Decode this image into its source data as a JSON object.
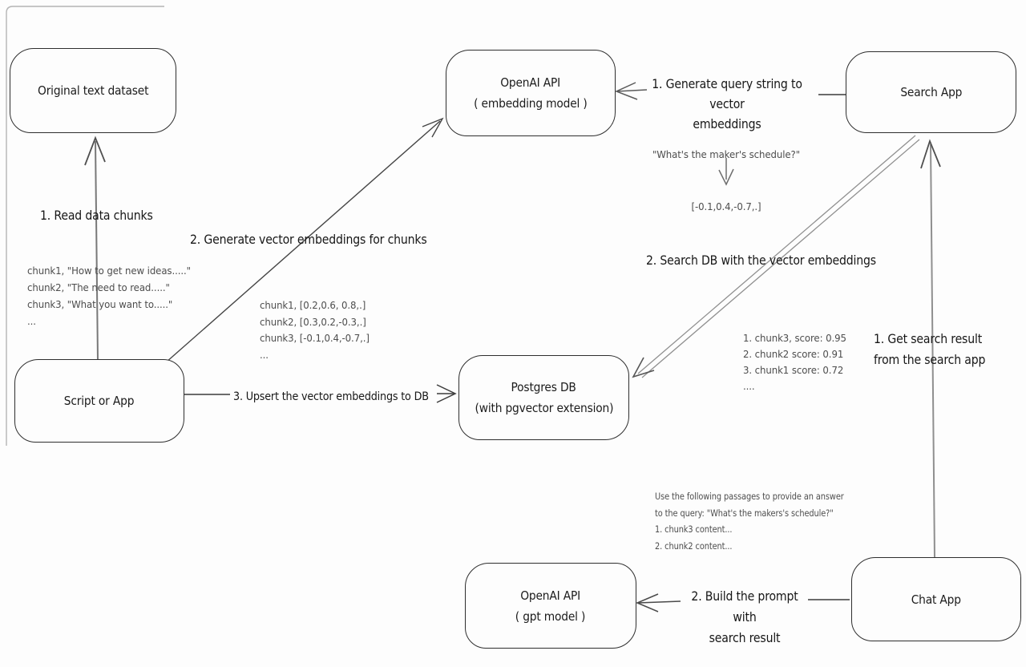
{
  "colors": {
    "background": "#fdfdfd",
    "ink": "#2e2e2e",
    "step_text": "#171717",
    "annotation_text": "#4d4d4d",
    "arrow_gray": "#8f8f8f",
    "arrow_dark": "#3b3b3b"
  },
  "diagram": {
    "nodes": {
      "original_dataset": {
        "title": "Original text dataset"
      },
      "openai_embedding": {
        "title": "OpenAI API",
        "subtitle": "( embedding model )"
      },
      "search_app": {
        "title": "Search App"
      },
      "script_or_app": {
        "title": "Script or App"
      },
      "postgres_db": {
        "title": "Postgres DB",
        "subtitle": "(with pgvector extension)"
      },
      "openai_gpt": {
        "title": "OpenAI API",
        "subtitle": "( gpt model )"
      },
      "chat_app": {
        "title": "Chat App"
      }
    },
    "steps": {
      "read_chunks": "1. Read data chunks",
      "generate_embeddings": "2. Generate vector embeddings for chunks",
      "upsert": "3. Upsert the vector embeddings  to DB",
      "query_to_vector_line1": "1. Generate query string to vector",
      "query_to_vector_line2": "embeddings",
      "search_db": "2. Search DB with the vector embeddings",
      "get_result_line1": "1. Get search result",
      "get_result_line2": "from the search app",
      "build_prompt_line1": "2. Build the prompt with",
      "build_prompt_line2": "search result"
    },
    "annotations": {
      "chunk_list": [
        "chunk1, \"How to get new ideas.....\"",
        "chunk2, \"The need to read.....\"",
        "chunk3, \"What you want to.....\"",
        "..."
      ],
      "vector_list": [
        "chunk1, [0.2,0.6, 0.8,.]",
        "chunk2, [0.3,0.2,-0.3,.]",
        "chunk3, [-0.1,0.4,-0.7,.]",
        "..."
      ],
      "query_string": "\"What's the maker's schedule?\"",
      "query_vector": "[-0.1,0.4,-0.7,.]",
      "score_list": [
        "1. chunk3, score: 0.95",
        "2. chunk2 score: 0.91",
        "3. chunk1 score: 0.72",
        "...."
      ],
      "prompt_lines": [
        "Use the following passages to provide an answer",
        "to the query: \"What's the makers's schedule?\"",
        "1. chunk3 content...",
        "2. chunk2 content..."
      ]
    }
  }
}
